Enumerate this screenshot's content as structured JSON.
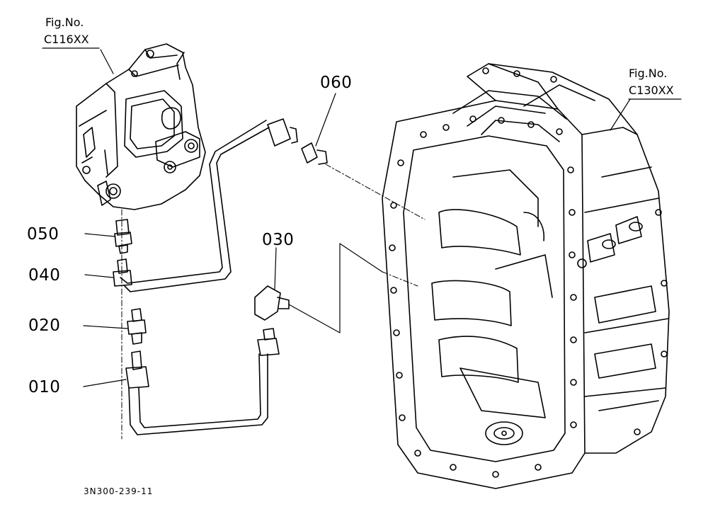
{
  "figure_refs": [
    {
      "label": "Fig.No.",
      "code": "C116XX"
    },
    {
      "label": "Fig.No.",
      "code": "C130XX"
    }
  ],
  "parts": [
    "060",
    "050",
    "040",
    "030",
    "020",
    "010"
  ],
  "drawing_number": "3N300-239-11",
  "colors": {
    "line": "#000000",
    "background": "#ffffff"
  }
}
